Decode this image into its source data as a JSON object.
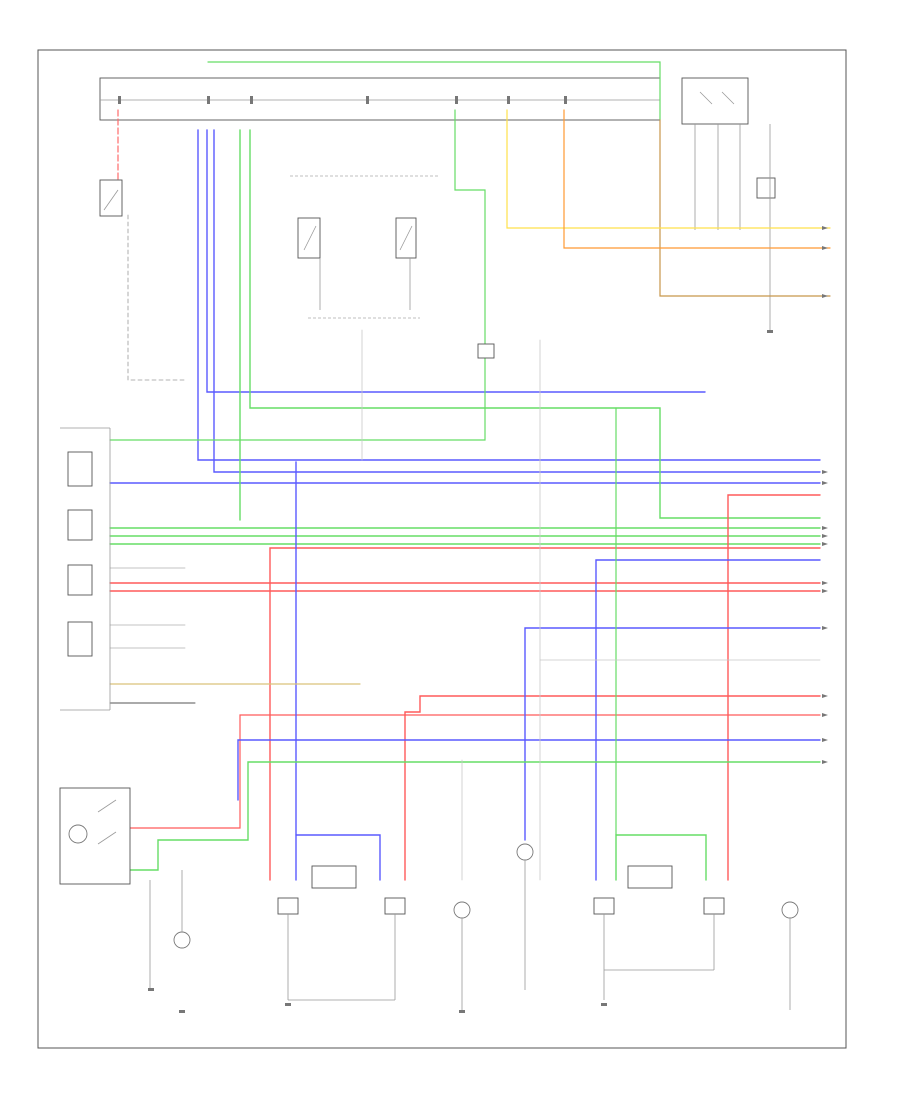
{
  "diagram": {
    "page_label": "",
    "top_labels": [
      {
        "id": "fuse-block-left",
        "text": ""
      },
      {
        "id": "fuse-block-center",
        "text": ""
      },
      {
        "id": "fuse-block-right",
        "text": ""
      }
    ],
    "component_labels": [
      {
        "id": "brake-switch",
        "text": ""
      },
      {
        "id": "hazard-switch",
        "text": ""
      },
      {
        "id": "combination-switch",
        "text": ""
      },
      {
        "id": "turn-signal-flasher",
        "text": ""
      },
      {
        "id": "left-front-lamps",
        "text": ""
      },
      {
        "id": "right-front-lamps",
        "text": ""
      },
      {
        "id": "left-rear-lamps",
        "text": ""
      },
      {
        "id": "right-rear-lamps",
        "text": ""
      }
    ],
    "colors": {
      "blue": "#5a5aff",
      "green": "#66dd66",
      "red": "#ff5a5a",
      "yellow": "#ffe14a",
      "orange": "#ff9933",
      "brown": "#c8964b",
      "gray": "#9a9a9a",
      "dark": "#555555"
    }
  }
}
